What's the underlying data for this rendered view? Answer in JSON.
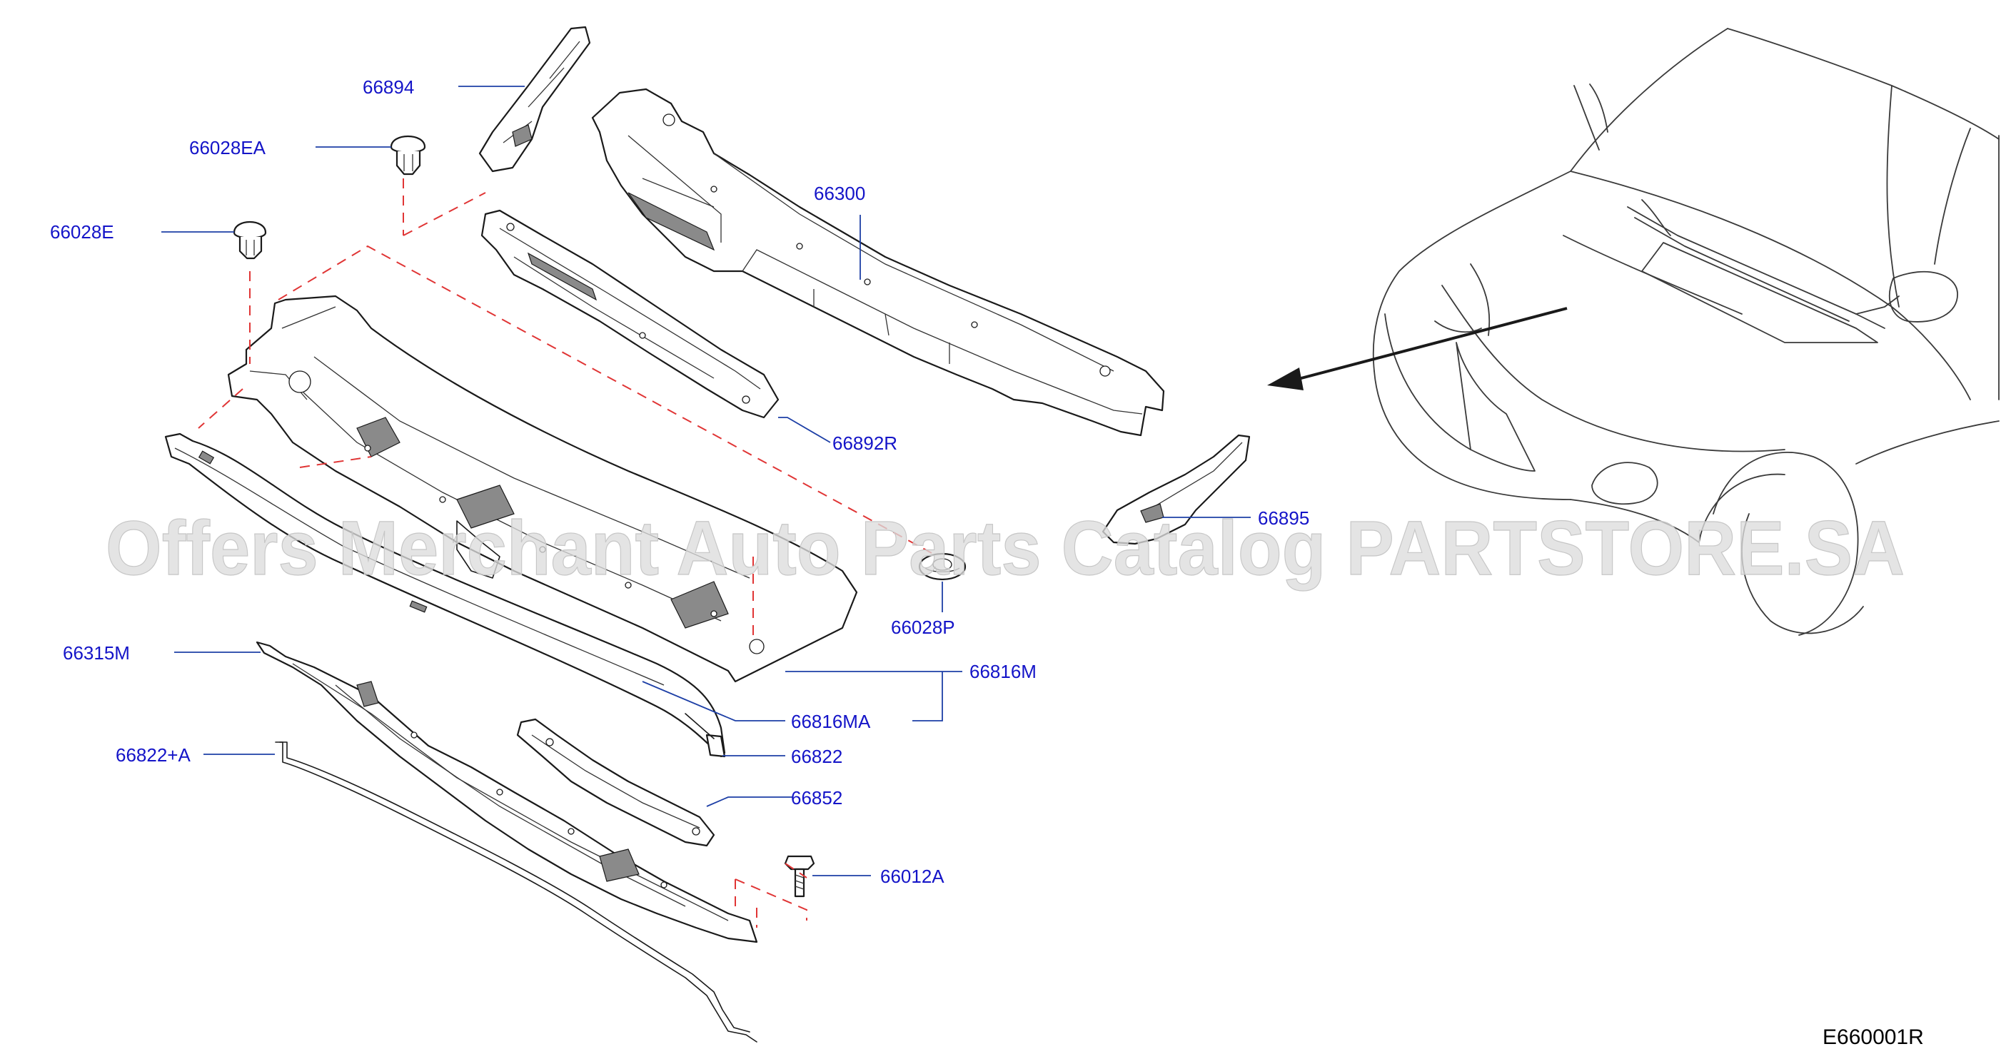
{
  "diagram": {
    "watermark": "Offers Merchant Auto Parts Catalog PARTSTORE.SA",
    "reference_code": "E660001R",
    "callouts": {
      "p66894": "66894",
      "p66028EA": "66028EA",
      "p66028E": "66028E",
      "p66300": "66300",
      "p66892R": "66892R",
      "p66895": "66895",
      "p66028P": "66028P",
      "p66816M": "66816M",
      "p66315M": "66315M",
      "p66816MA": "66816MA",
      "p66822A": "66822+A",
      "p66822": "66822",
      "p66852": "66852",
      "p66012A": "66012A"
    },
    "colors": {
      "callout_text": "#1414c8",
      "leader_line": "#1d3fa6",
      "dashed_guide": "#e03535",
      "part_outline": "#1a1a1a",
      "background": "#ffffff"
    }
  }
}
